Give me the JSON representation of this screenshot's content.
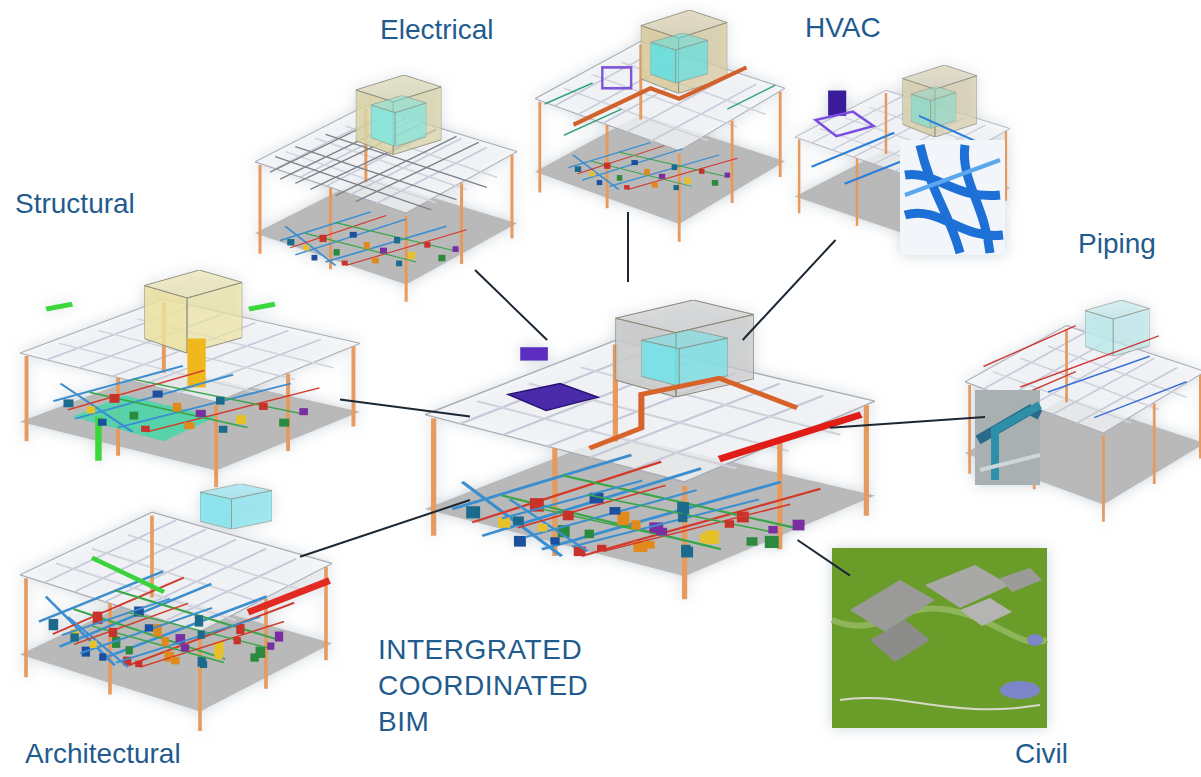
{
  "diagram": {
    "nodes": [
      {
        "text": [
          "Electrical"
        ]
      },
      {
        "text": [
          "HVAC"
        ]
      },
      {
        "text": [
          "Structural"
        ]
      },
      {
        "text": [
          "Piping"
        ]
      },
      {
        "text": [
          "INTERGRATED COORDINATED BIM"
        ]
      },
      {
        "text": [
          "Architectural"
        ]
      },
      {
        "text": [
          "Civil"
        ]
      }
    ],
    "edges": [
      {
        "from": 4,
        "to": 0,
        "arrow": "none"
      },
      {
        "from": 4,
        "to": 1,
        "arrow": "none"
      },
      {
        "from": 4,
        "to": 2,
        "arrow": "none"
      },
      {
        "from": 4,
        "to": 3,
        "arrow": "none"
      },
      {
        "from": 4,
        "to": 5,
        "arrow": "none"
      },
      {
        "from": 4,
        "to": 6,
        "arrow": "none"
      }
    ]
  }
}
